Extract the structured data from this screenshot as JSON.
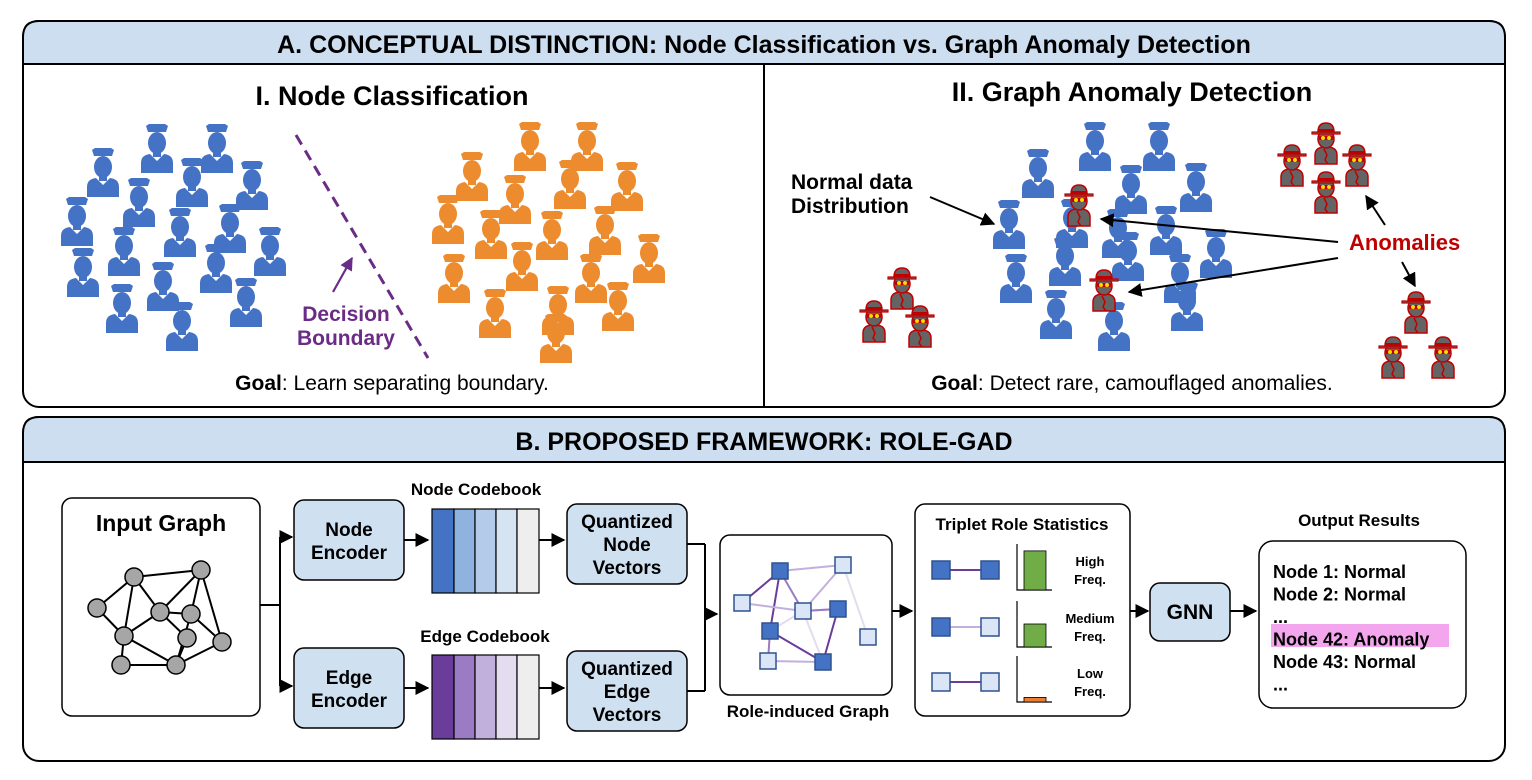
{
  "colors": {
    "panel_header": "#ccdef0",
    "blue_node": "#4472c4",
    "orange_node": "#ed8b2f",
    "boundary": "#6a2c86",
    "anomaly_red": "#c00000",
    "anomaly_body": "#646464",
    "box_fill": "#cfe0f1",
    "green_bar": "#70ad47",
    "orange_bar": "#ed7d31",
    "highlight": "#f3a6ee"
  },
  "sectionA": {
    "title": "A. CONCEPTUAL DISTINCTION: Node Classification vs. Graph Anomaly Detection",
    "left": {
      "title": "I. Node Classification",
      "boundary_label_line1": "Decision",
      "boundary_label_line2": "Boundary",
      "goal_bold": "Goal",
      "goal_text": ": Learn separating boundary."
    },
    "right": {
      "title": "II. Graph Anomaly Detection",
      "normal_label_line1": "Normal data",
      "normal_label_line2": "Distribution",
      "anomalies_label": "Anomalies",
      "goal_bold": "Goal",
      "goal_text": ": Detect rare, camouflaged anomalies."
    }
  },
  "sectionB": {
    "title": "B. PROPOSED FRAMEWORK: ROLE-GAD",
    "input_graph": "Input Graph",
    "node_encoder_line1": "Node",
    "node_encoder_line2": "Encoder",
    "edge_encoder_line1": "Edge",
    "edge_encoder_line2": "Encoder",
    "node_codebook": "Node Codebook",
    "edge_codebook": "Edge Codebook",
    "qnode_line1": "Quantized",
    "qnode_line2": "Node",
    "qnode_line3": "Vectors",
    "qedge_line1": "Quantized",
    "qedge_line2": "Edge",
    "qedge_line3": "Vectors",
    "role_graph_label": "Role-induced Graph",
    "triplet": {
      "title": "Triplet Role Statistics",
      "rows": [
        {
          "line1": "High",
          "line2": "Freq.",
          "value": 0.85
        },
        {
          "line1": "Medium",
          "line2": "Freq.",
          "value": 0.5
        },
        {
          "line1": "Low",
          "line2": "Freq.",
          "value": 0.1
        }
      ]
    },
    "gnn": "GNN",
    "output": {
      "title": "Output Results",
      "lines": [
        "Node 1: Normal",
        "Node 2: Normal",
        "...",
        "Node 42: Anomaly",
        "Node 43: Normal",
        "..."
      ]
    }
  }
}
